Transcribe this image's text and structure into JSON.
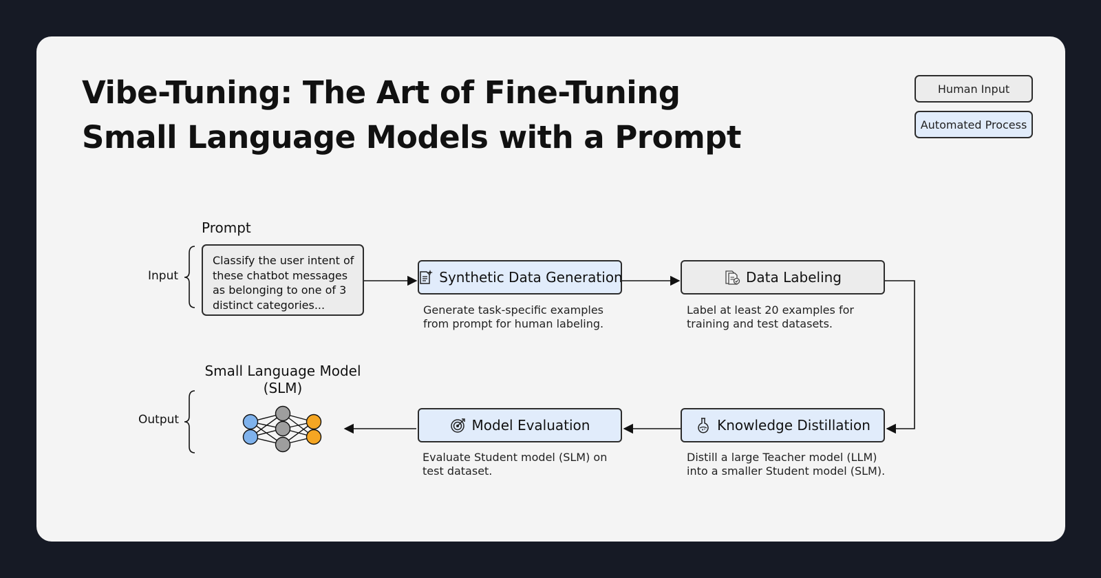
{
  "title": {
    "line1": "Vibe-Tuning: The Art of Fine-Tuning",
    "line2": "Small Language Models with a Prompt"
  },
  "legend": {
    "human": "Human Input",
    "automated": "Automated Process"
  },
  "input": {
    "label": "Input",
    "prompt_heading": "Prompt",
    "prompt_text": "Classify the user intent of these chatbot messages as belonging to one of 3 distinct categories..."
  },
  "output": {
    "label": "Output",
    "model_line1": "Small Language Model",
    "model_line2": "(SLM)"
  },
  "steps": [
    {
      "label": "Synthetic Data Generation",
      "icon": "sparkle-document-icon",
      "desc_line1": "Generate task-specific examples",
      "desc_line2": "from prompt for human labeling."
    },
    {
      "label": "Data Labeling",
      "icon": "documents-check-icon",
      "desc_line1": "Label at least 20 examples for",
      "desc_line2": "training and test datasets."
    },
    {
      "label": "Knowledge Distillation",
      "icon": "flask-icon",
      "desc_line1": "Distill a large Teacher model (LLM)",
      "desc_line2": "into a smaller Student model (SLM)."
    },
    {
      "label": "Model Evaluation",
      "icon": "target-icon",
      "desc_line1": "Evaluate Student model (SLM) on",
      "desc_line2": "test dataset."
    }
  ],
  "colors": {
    "background": "#161a25",
    "card": "#f4f4f4",
    "human_fill": "#ececec",
    "automated_fill": "#e1ecfb",
    "input_node": "#7fb2ec",
    "hidden_node": "#9e9e9e",
    "output_node": "#f5a623"
  }
}
